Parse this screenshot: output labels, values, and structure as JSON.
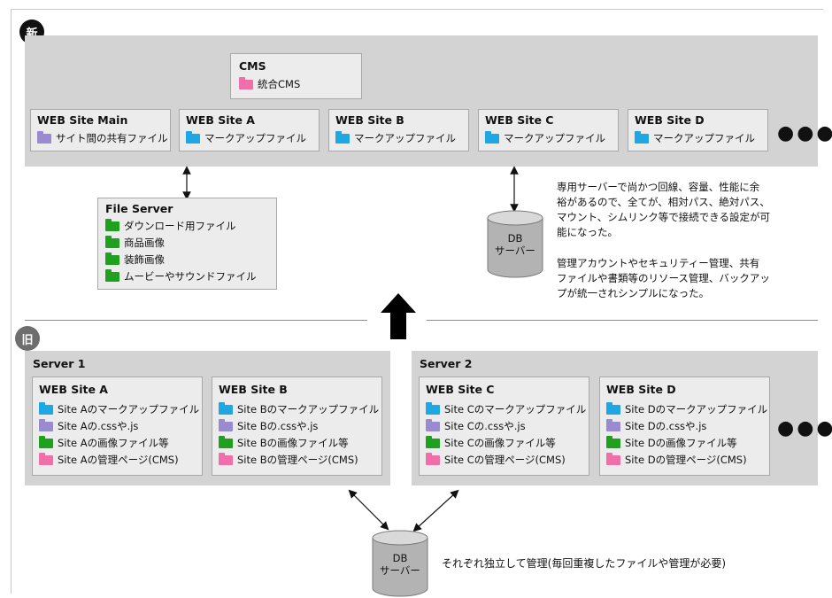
{
  "new_section": {
    "badge": "新",
    "cms": {
      "title": "CMS",
      "item": {
        "icon": "pink-folder-icon",
        "label": "統合CMS"
      }
    },
    "sites": [
      {
        "title": "WEB Site Main",
        "item": {
          "icon": "purple-folder-icon",
          "label": "サイト間の共有ファイル"
        }
      },
      {
        "title": "WEB Site A",
        "item": {
          "icon": "blue-folder-icon",
          "label": "マークアップファイル"
        }
      },
      {
        "title": "WEB Site B",
        "item": {
          "icon": "blue-folder-icon",
          "label": "マークアップファイル"
        }
      },
      {
        "title": "WEB Site C",
        "item": {
          "icon": "blue-folder-icon",
          "label": "マークアップファイル"
        }
      },
      {
        "title": "WEB Site D",
        "item": {
          "icon": "blue-folder-icon",
          "label": "マークアップファイル"
        }
      }
    ],
    "ellipsis": "●●●●",
    "file_server": {
      "title": "File Server",
      "items": [
        "ダウンロード用ファイル",
        "商品画像",
        "装飾画像",
        "ムービーやサウンドファイル"
      ]
    },
    "db": {
      "line1": "DB",
      "line2": "サーバー"
    },
    "notes": [
      [
        "専用サーバーで尚かつ回線、容量、性能に余",
        "裕があるので、全てが、相対パス、絶対パス、",
        "マウント、シムリンク等で接続できる設定が可",
        "能になった。"
      ],
      [
        "管理アカウントやセキュリティー管理、共有",
        "ファイルや書類等のリソース管理、バックアッ",
        "プが統一されシンプルになった。"
      ]
    ]
  },
  "old_section": {
    "badge": "旧",
    "servers": [
      {
        "title": "Server 1",
        "sites": [
          {
            "title": "WEB Site A",
            "items": [
              "Site Aのマークアップファイル",
              "Site Aの.cssや.js",
              "Site Aの画像ファイル等",
              "Site Aの管理ページ(CMS)"
            ]
          },
          {
            "title": "WEB Site B",
            "items": [
              "Site Bのマークアップファイル",
              "Site Bの.cssや.js",
              "Site Bの画像ファイル等",
              "Site Bの管理ページ(CMS)"
            ]
          }
        ]
      },
      {
        "title": "Server 2",
        "sites": [
          {
            "title": "WEB Site C",
            "items": [
              "Site Cのマークアップファイル",
              "Site Cの.cssや.js",
              "Site Cの画像ファイル等",
              "Site Cの管理ページ(CMS)"
            ]
          },
          {
            "title": "WEB Site D",
            "items": [
              "Site Dのマークアップファイル",
              "Site Dの.cssや.js",
              "Site Dの画像ファイル等",
              "Site Dの管理ページ(CMS)"
            ]
          }
        ]
      }
    ],
    "ellipsis": "●●●●",
    "db": {
      "line1": "DB",
      "line2": "サーバー"
    },
    "note": "それぞれ独立して管理(毎回重複したファイルや管理が必要)"
  },
  "colors": {
    "purple": "#9a8ad0",
    "blue": "#1fa7e3",
    "green": "#1fa11f",
    "pink": "#f06fa8"
  }
}
